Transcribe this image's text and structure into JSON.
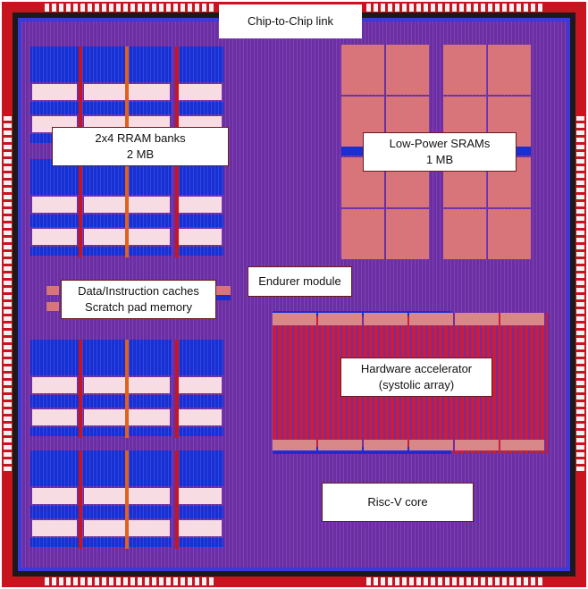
{
  "labels": {
    "chip_link": "Chip-to-Chip link",
    "rram_title": "2x4 RRAM banks",
    "rram_size": "2 MB",
    "sram_title": "Low-Power SRAMs",
    "sram_size": "1 MB",
    "endurer": "Endurer module",
    "cache_line1": "Data/Instruction caches",
    "cache_line2": "Scratch pad memory",
    "accel_line1": "Hardware accelerator",
    "accel_line2": "(systolic array)",
    "riscv": "Risc-V core"
  },
  "colors": {
    "die_fill": "#6a2fa0",
    "pad_ring": "#c8141e",
    "pad_white": "#f2f2f2",
    "rram_blue": "#1a2fd0",
    "rram_pink": "#f8dce4",
    "sram_salmon": "#d8757a",
    "accel_red": "#c81e3c",
    "accel_strip": "#d88888"
  }
}
